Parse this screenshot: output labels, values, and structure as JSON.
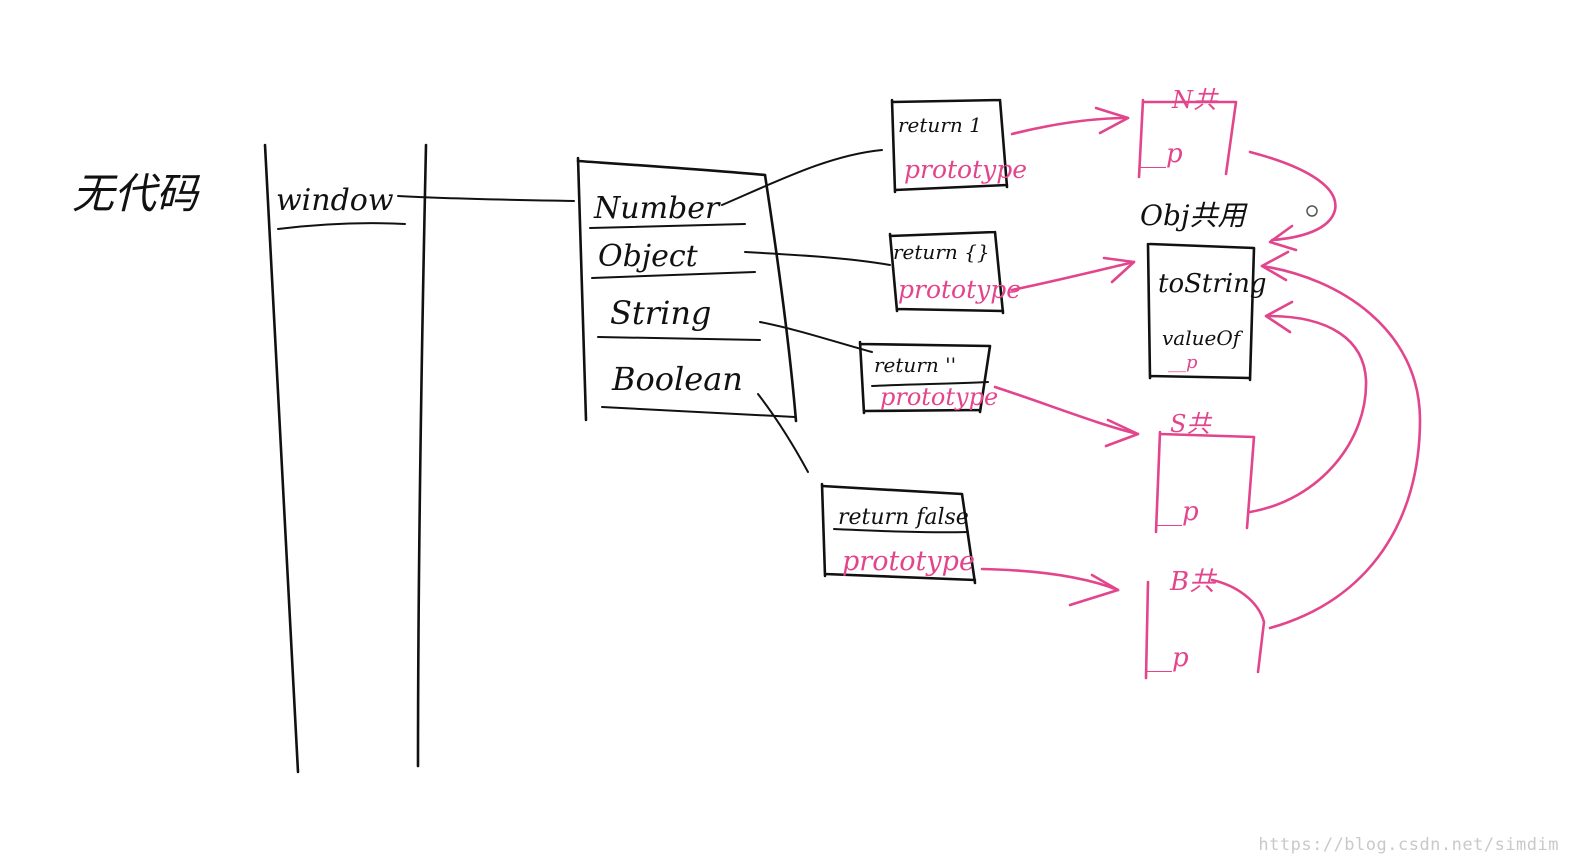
{
  "colors": {
    "ink": "#111111",
    "annotation": "#e2458b",
    "watermark": "#c9c9c9",
    "background": "#ffffff"
  },
  "labels": {
    "heading": "无代码",
    "window": "window"
  },
  "window_object": {
    "properties": [
      "Number",
      "Object",
      "String",
      "Boolean"
    ]
  },
  "constructors": [
    {
      "body": "return 1",
      "prototype": "prototype"
    },
    {
      "body": "return {}",
      "prototype": "prototype"
    },
    {
      "body": "return ''",
      "prototype": "prototype"
    },
    {
      "body": "return false",
      "prototype": "prototype"
    }
  ],
  "prototype_objects": [
    {
      "title": "N共",
      "members": [
        "__p"
      ]
    },
    {
      "title": "Obj共用",
      "members": [
        "toString",
        "valueOf",
        "__p"
      ]
    },
    {
      "title": "S共",
      "members": [
        "__p"
      ]
    },
    {
      "title": "B共",
      "members": [
        "__p"
      ]
    }
  ],
  "watermark": "https://blog.csdn.net/simdim"
}
